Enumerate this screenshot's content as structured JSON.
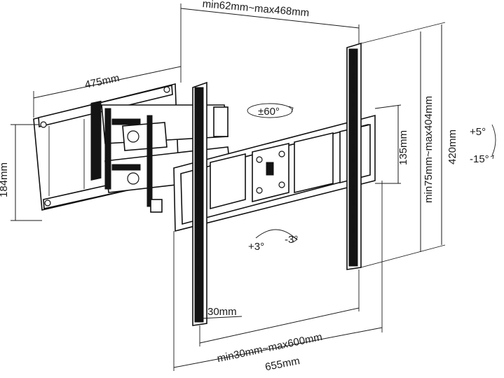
{
  "diagram": {
    "labels": {
      "wall_plate_width": "475mm",
      "wall_plate_height": "184mm",
      "extension_range": "min62mm~max468mm",
      "swivel": "±60°",
      "vesa_vertical_range": "min75mm~max404mm",
      "arm_height": "420mm",
      "tilt_up": "+5°",
      "tilt_down": "-15°",
      "bracket_spacing": "135mm",
      "level_plus": "+3°",
      "level_minus": "-3°",
      "rail_width": "30mm",
      "vesa_horizontal_range": "min30mm~max600mm",
      "overall_width": "655mm"
    },
    "colors": {
      "line": "#1a1a1a",
      "metal": "#141414",
      "background": "#ffffff"
    },
    "icons": [
      "rotate-arrow-icon",
      "tilt-arrow-icon",
      "level-arrow-icon"
    ]
  }
}
